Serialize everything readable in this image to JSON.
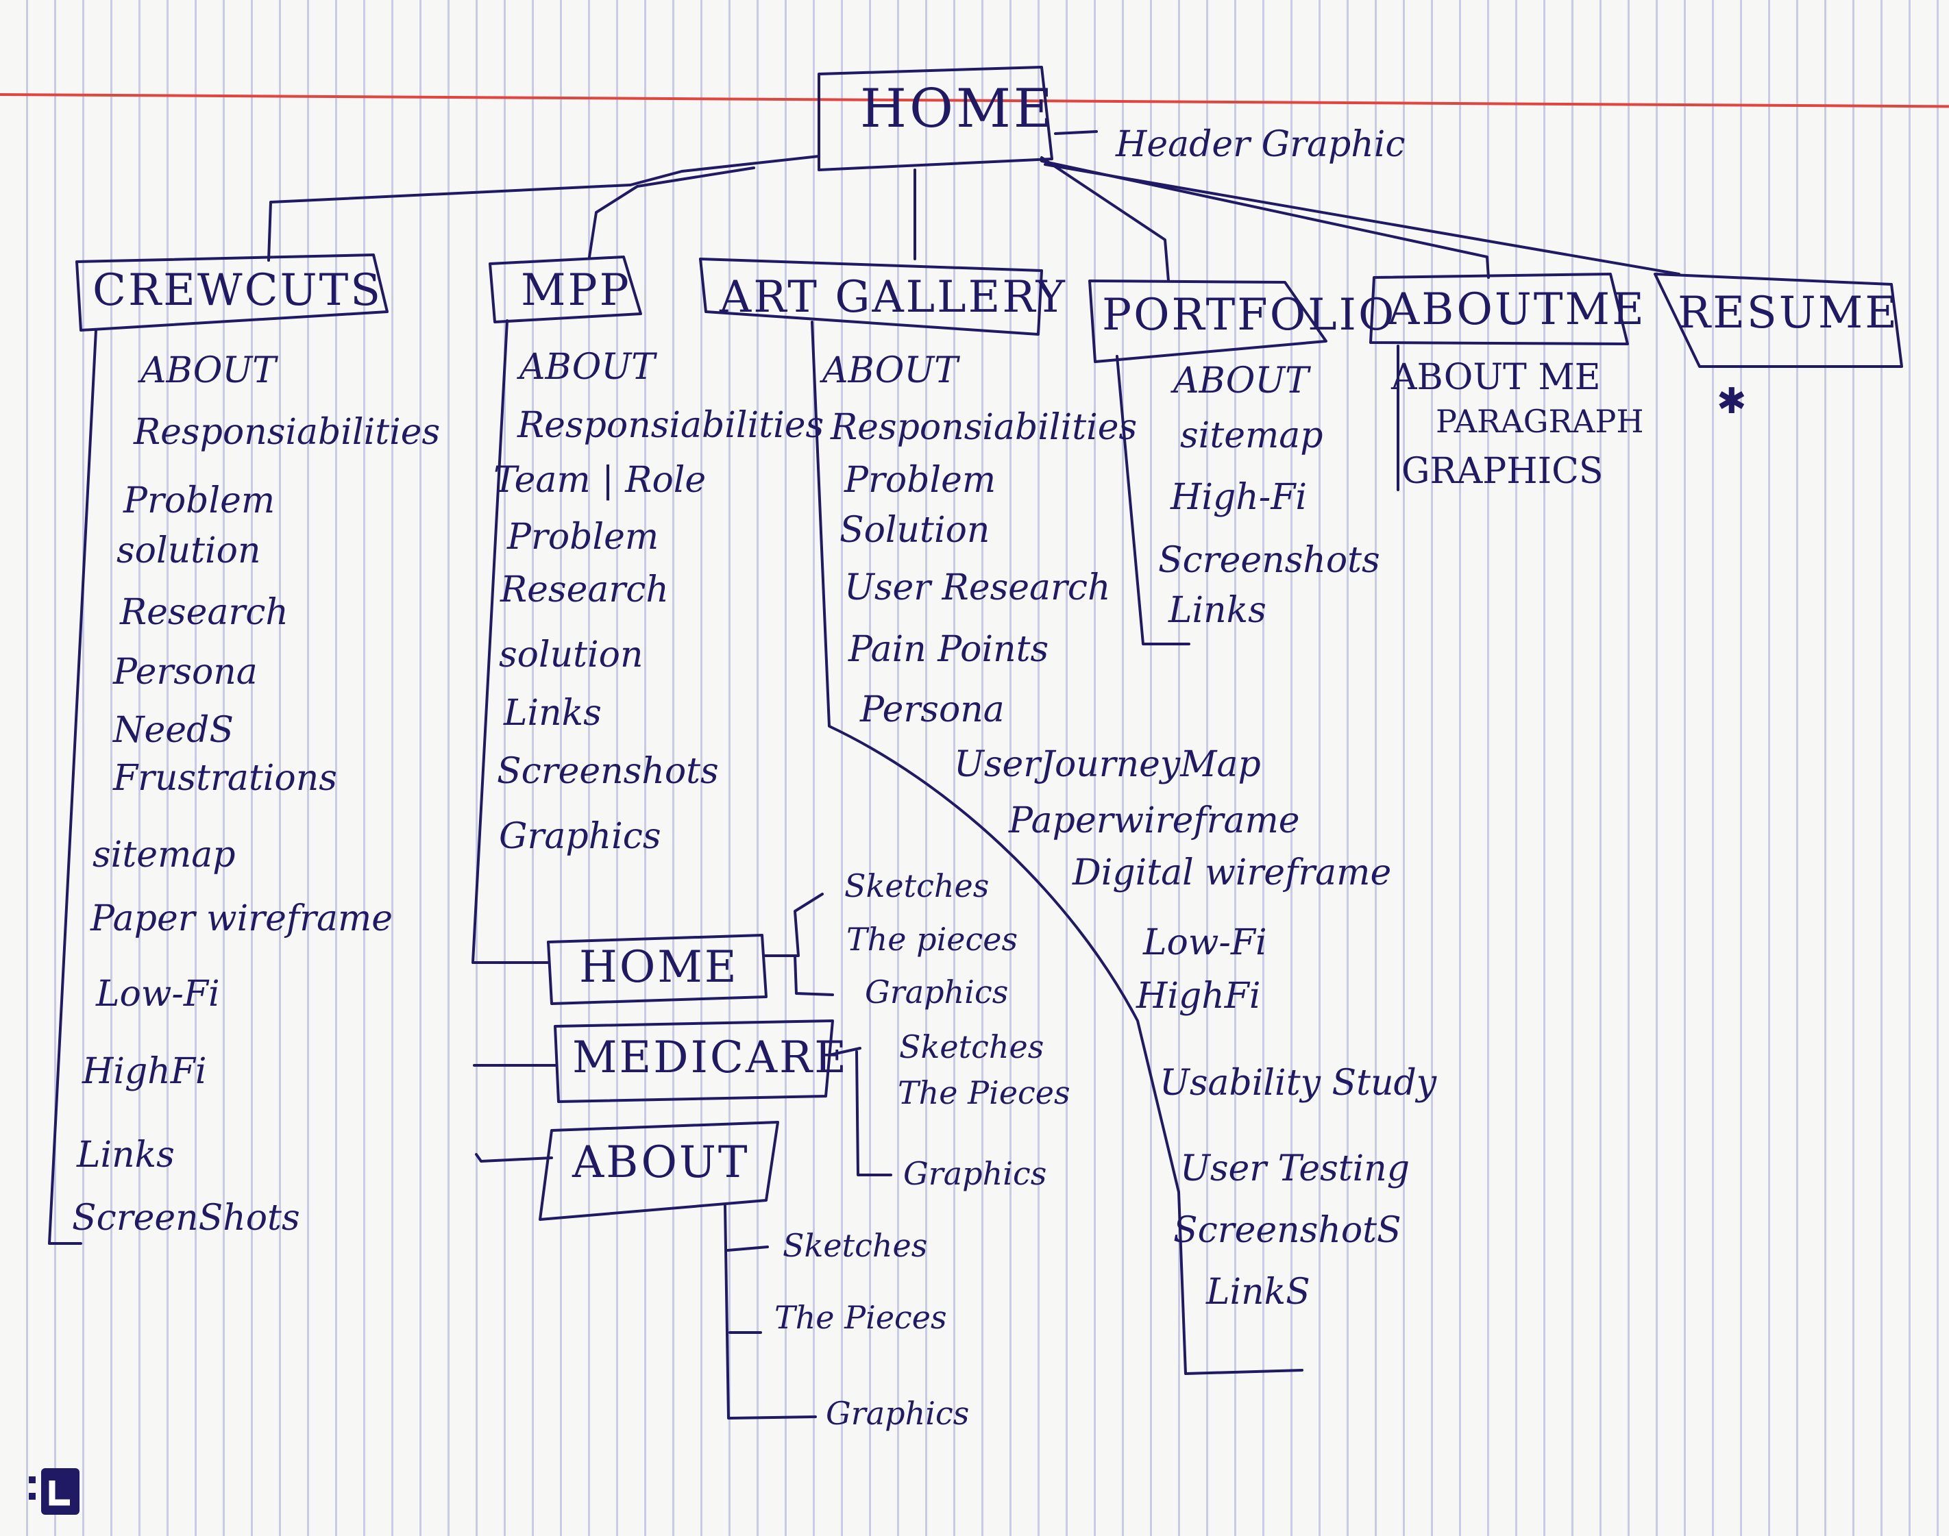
{
  "root": {
    "label": "HOME",
    "note": "Header Graphic"
  },
  "crewcuts": {
    "label": "CREWCUTS",
    "items": [
      "ABOUT",
      "Responsiabilities",
      "Problem",
      "solution",
      "Research",
      "Persona",
      "NeedS",
      "Frustrations",
      "sitemap",
      "Paper wireframe",
      "Low-Fi",
      "HighFi",
      "Links",
      "ScreenShots"
    ]
  },
  "mpp": {
    "label": "MPP",
    "items": [
      "ABOUT",
      "Responsiabilities",
      "Team | Role",
      "Problem",
      "Research",
      "solution",
      "Links",
      "Screenshots",
      "Graphics"
    ],
    "pages": [
      {
        "label": "HOME",
        "items": [
          "Sketches",
          "The pieces",
          "Graphics"
        ]
      },
      {
        "label": "MEDICARE",
        "items": [
          "Sketches",
          "The Pieces",
          "Graphics"
        ]
      },
      {
        "label": "ABOUT",
        "items": [
          "Sketches",
          "The Pieces",
          "Graphics"
        ]
      }
    ]
  },
  "art": {
    "label": "ART GALLERY",
    "items": [
      "ABOUT",
      "Responsiabilities",
      "Problem",
      "Solution",
      "User Research",
      "Pain Points",
      "Persona",
      "UserJourneyMap",
      "Paperwireframe",
      "Digital wireframe",
      "Low-Fi",
      "HighFi",
      "Usability Study",
      "User Testing",
      "ScreenshotS",
      "LinkS"
    ]
  },
  "portfolio": {
    "label": "PORTFOLIO",
    "items": [
      "ABOUT",
      "sitemap",
      "High-Fi",
      "Screenshots",
      "Links"
    ]
  },
  "aboutme": {
    "label": "ABOUTME",
    "items": [
      "ABOUT ME",
      "PARAGRAPH",
      "GRAPHICS"
    ]
  },
  "resume": {
    "label": "RESUME",
    "mark": "✱"
  }
}
